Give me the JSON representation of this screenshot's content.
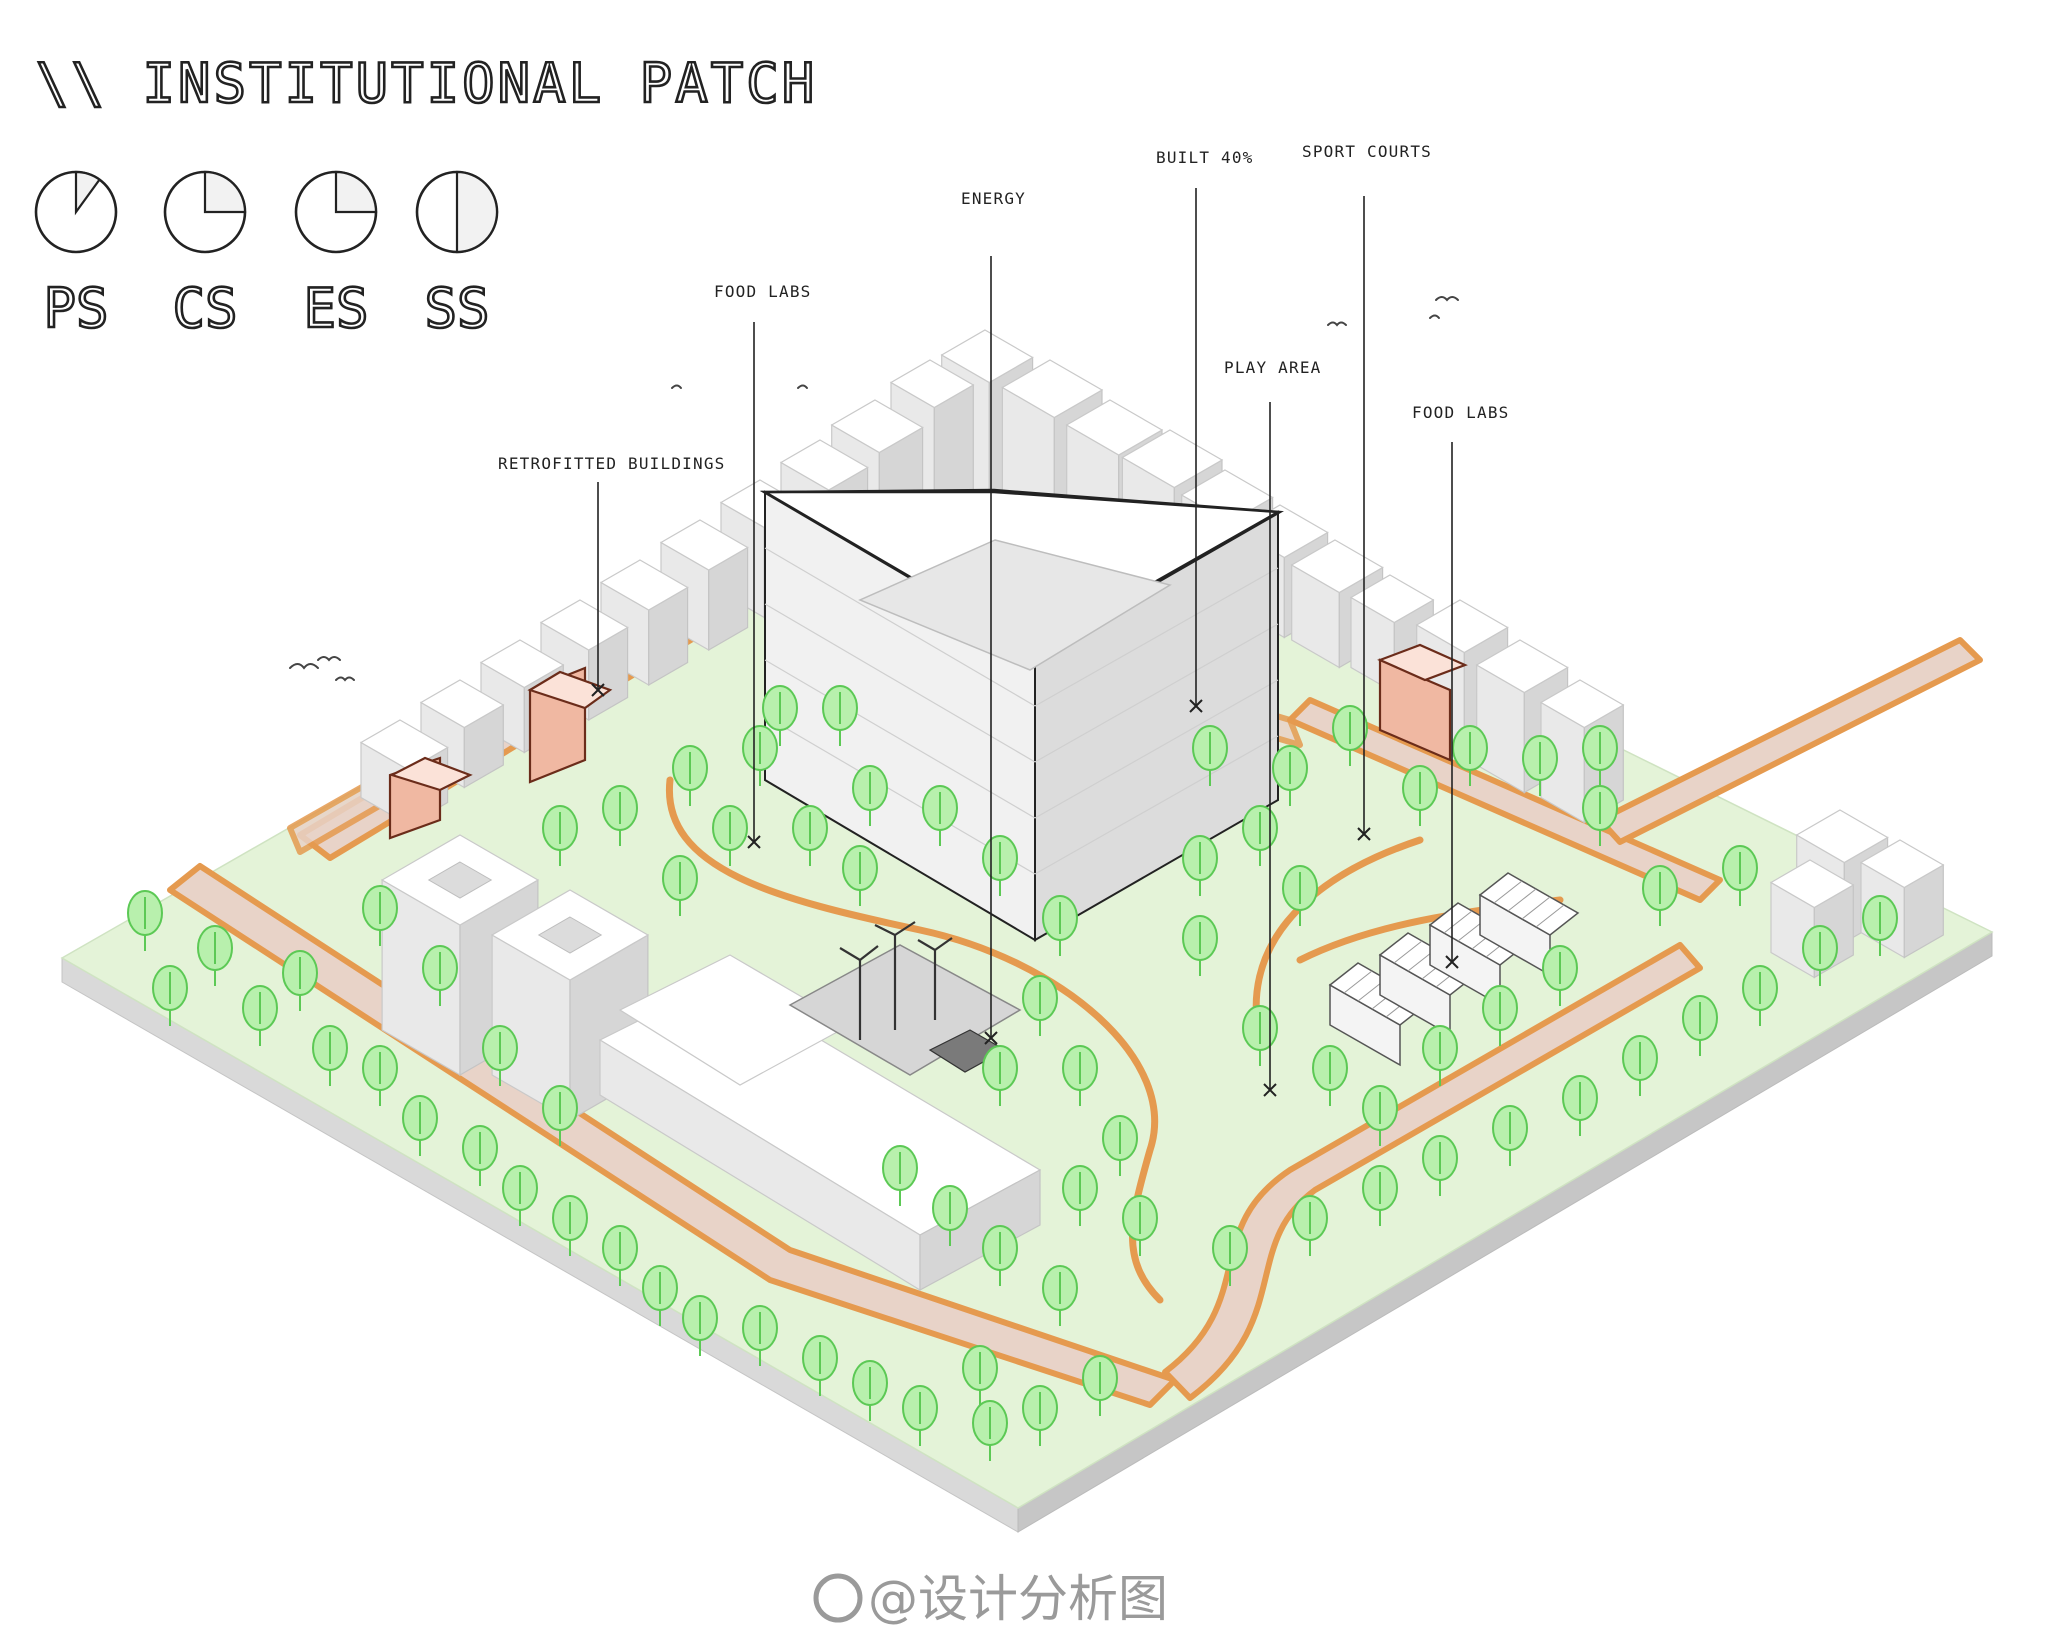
{
  "title": "\\\\ INSTITUTIONAL PATCH",
  "metrics": [
    {
      "label": "PS",
      "fraction": 0.1
    },
    {
      "label": "CS",
      "fraction": 0.25
    },
    {
      "label": "ES",
      "fraction": 0.25
    },
    {
      "label": "SS",
      "fraction": 0.5
    }
  ],
  "callouts": [
    {
      "id": "retrofitted-buildings",
      "text": "RETROFITTED BUILDINGS"
    },
    {
      "id": "food-labs-1",
      "text": "FOOD LABS"
    },
    {
      "id": "energy",
      "text": "ENERGY"
    },
    {
      "id": "built",
      "text": "BUILT 40%"
    },
    {
      "id": "sport-courts",
      "text": "SPORT COURTS"
    },
    {
      "id": "play-area",
      "text": "PLAY AREA"
    },
    {
      "id": "food-labs-2",
      "text": "FOOD LABS"
    }
  ],
  "watermark": "@设计分析图",
  "colors": {
    "ground": "#e4f3d8",
    "road": "#e8d3c8",
    "road_edge": "#e59a4f",
    "tree": "#5cc955",
    "retrofit": "#e7805f",
    "ink": "#222222"
  }
}
